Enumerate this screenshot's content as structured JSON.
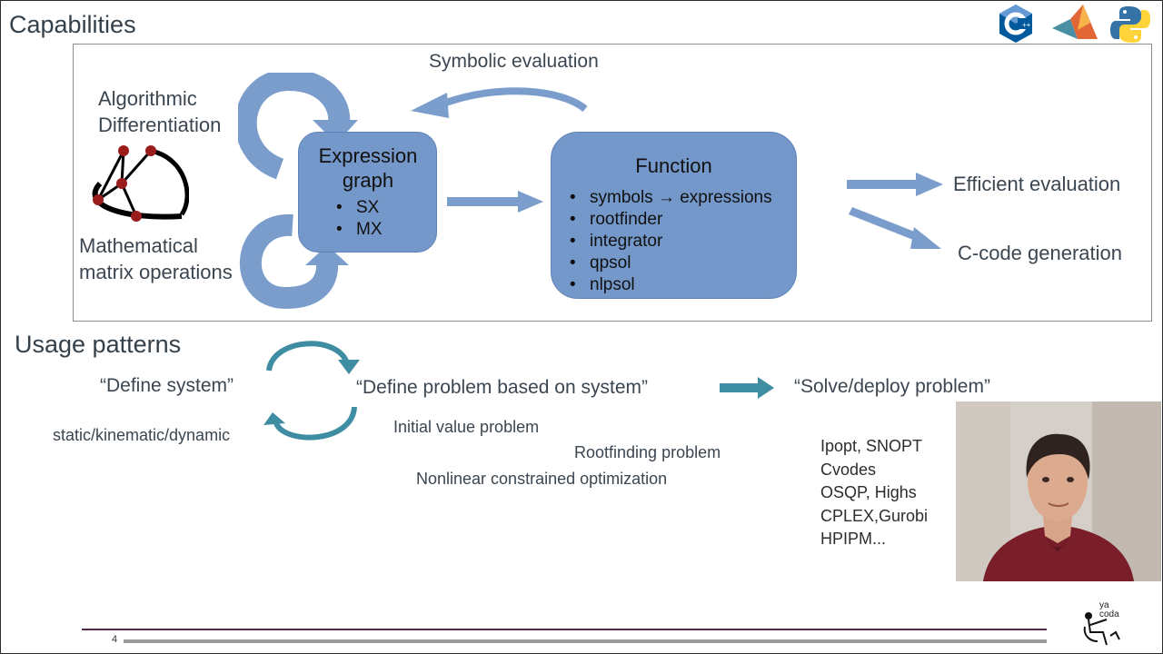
{
  "header": {
    "title": "Capabilities"
  },
  "capabilities": {
    "symbolic_evaluation": "Symbolic evaluation",
    "algorithmic_differentiation": [
      "Algorithmic",
      "Differentiation"
    ],
    "mathematical_matrix_operations": [
      "Mathematical",
      "matrix operations"
    ],
    "expression_graph": {
      "title": [
        "Expression",
        "graph"
      ],
      "items": [
        "SX",
        "MX"
      ]
    },
    "function": {
      "title": "Function",
      "items": [
        "symbols → expressions",
        "rootfinder",
        "integrator",
        "qpsol",
        "nlpsol"
      ]
    },
    "efficient_evaluation": "Efficient evaluation",
    "c_code_generation": "C-code generation"
  },
  "usage": {
    "title": "Usage patterns",
    "define_system": "“Define system”",
    "static_kinematic_dynamic": "static/kinematic/dynamic",
    "define_problem": "“Define problem based on system”",
    "solve_deploy": "“Solve/deploy problem”",
    "problems": [
      "Initial value problem",
      "Rootfinding problem",
      "Nonlinear constrained optimization"
    ],
    "solvers": [
      "Ipopt, SNOPT",
      "Cvodes",
      "OSQP, Highs",
      "CPLEX,Gurobi",
      "HPIPM..."
    ]
  },
  "footer": {
    "page_number": "4",
    "brand": [
      "ya",
      "coda"
    ]
  },
  "colors": {
    "box_blue": "#7498c9",
    "arrow_blue": "#7b9dcc",
    "teal": "#3f8da2",
    "footer_purple": "#4a2a47",
    "graph_node": "#9b1c1c"
  },
  "icons": [
    "cpp-logo-icon",
    "matlab-logo-icon",
    "python-logo-icon",
    "graph-diagram-icon",
    "yacoda-logo-icon"
  ]
}
